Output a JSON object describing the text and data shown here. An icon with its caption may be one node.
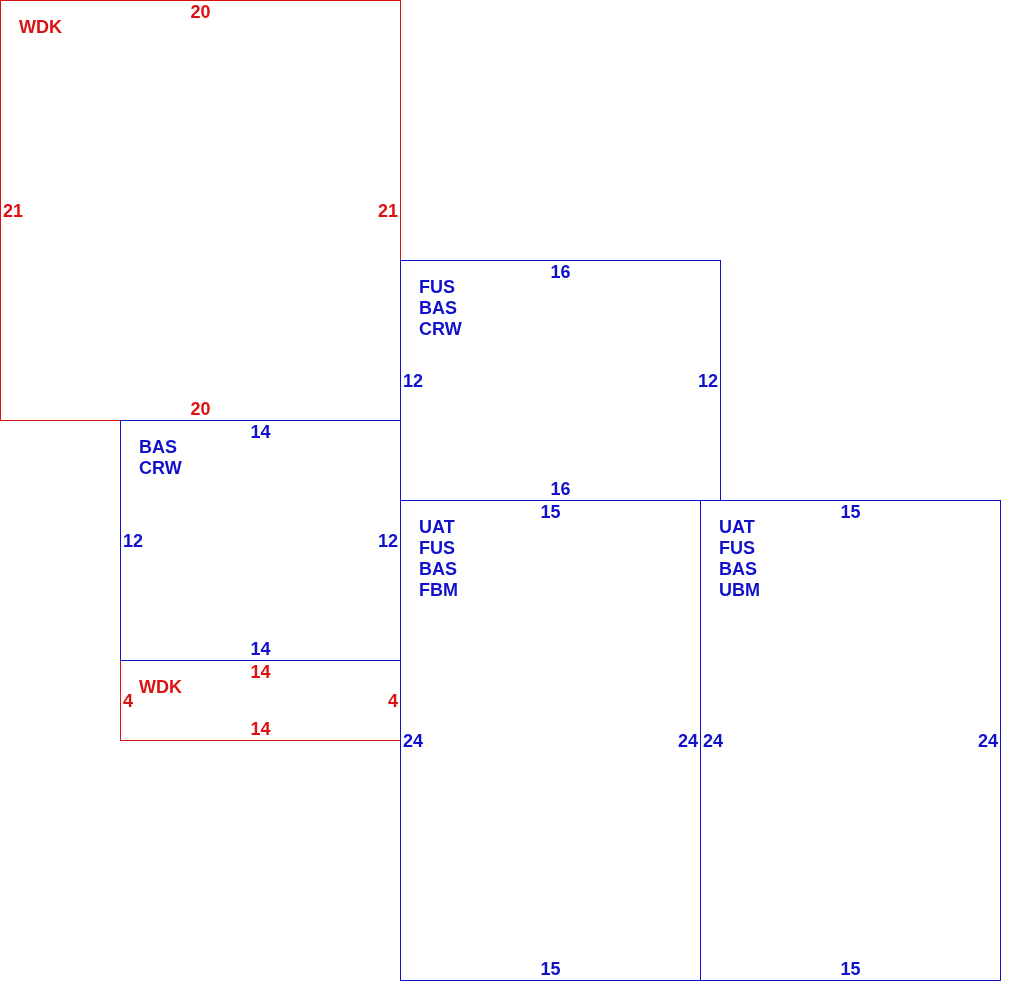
{
  "diagram": {
    "nodes": [
      {
        "text": [
          "WDK",
          "20",
          "21",
          "21",
          "20"
        ]
      },
      {
        "text": [
          "FUS",
          "BAS",
          "CRW",
          "16",
          "12",
          "12",
          "16"
        ]
      },
      {
        "text": [
          "BAS",
          "CRW",
          "14",
          "12",
          "12",
          "14"
        ]
      },
      {
        "text": [
          "WDK",
          "14",
          "4",
          "4",
          "14"
        ]
      },
      {
        "text": [
          "UAT",
          "FUS",
          "BAS",
          "FBM",
          "15",
          "24",
          "24",
          "15"
        ]
      },
      {
        "text": [
          "UAT",
          "FUS",
          "BAS",
          "UBM",
          "15",
          "24",
          "24",
          "15"
        ]
      }
    ]
  }
}
